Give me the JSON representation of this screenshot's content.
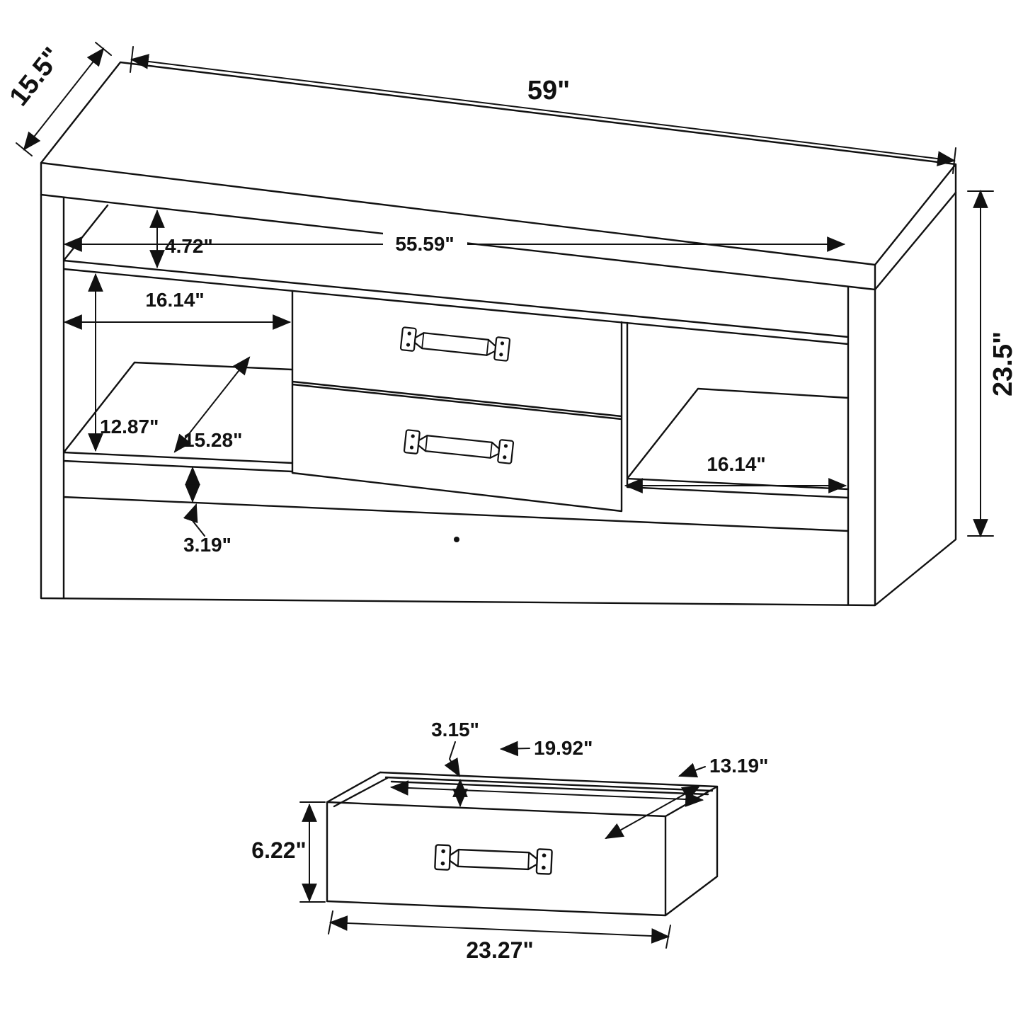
{
  "colors": {
    "line": "#111111",
    "background": "#ffffff"
  },
  "cabinet": {
    "overall_width": "59\"",
    "overall_depth": "15.5\"",
    "overall_height": "23.5\"",
    "top_opening_height": "4.72\"",
    "interior_width": "55.59\"",
    "left_opening_width": "16.14\"",
    "left_opening_height": "12.87\"",
    "shelf_depth": "15.28\"",
    "base_height": "3.19\"",
    "right_opening_width": "16.14\""
  },
  "drawer": {
    "interior_height": "3.15\"",
    "interior_width": "19.92\"",
    "interior_depth": "13.19\"",
    "front_height": "6.22\"",
    "overall_width": "23.27\""
  }
}
